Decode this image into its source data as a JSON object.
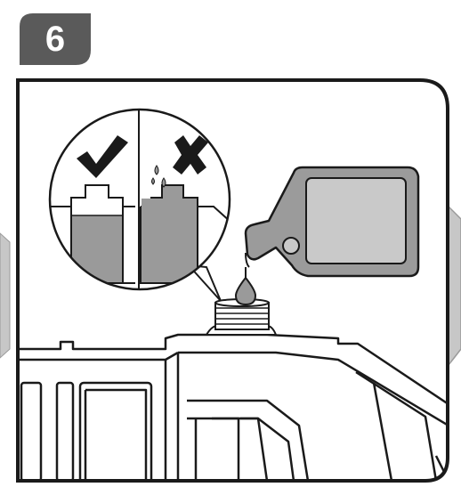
{
  "step": {
    "number": "6"
  },
  "colors": {
    "badge": "#5a5a5a",
    "frame": "#1a1a1a",
    "oil_fill": "#9a9a9a",
    "bottle_body": "#9b9b9b",
    "bottle_label": "#c9c9c9",
    "arrow": "#c7c7c7",
    "outline": "#1a1a1a",
    "background": "#ffffff"
  },
  "icons": {
    "correct": "check-icon",
    "incorrect": "cross-icon",
    "next": "arrow-right-icon",
    "previous": "arrow-left-icon"
  },
  "inset": {
    "left_panel_status": "correct",
    "right_panel_status": "incorrect",
    "left_panel_fill": 0.82,
    "right_panel_fill": 1.0
  }
}
